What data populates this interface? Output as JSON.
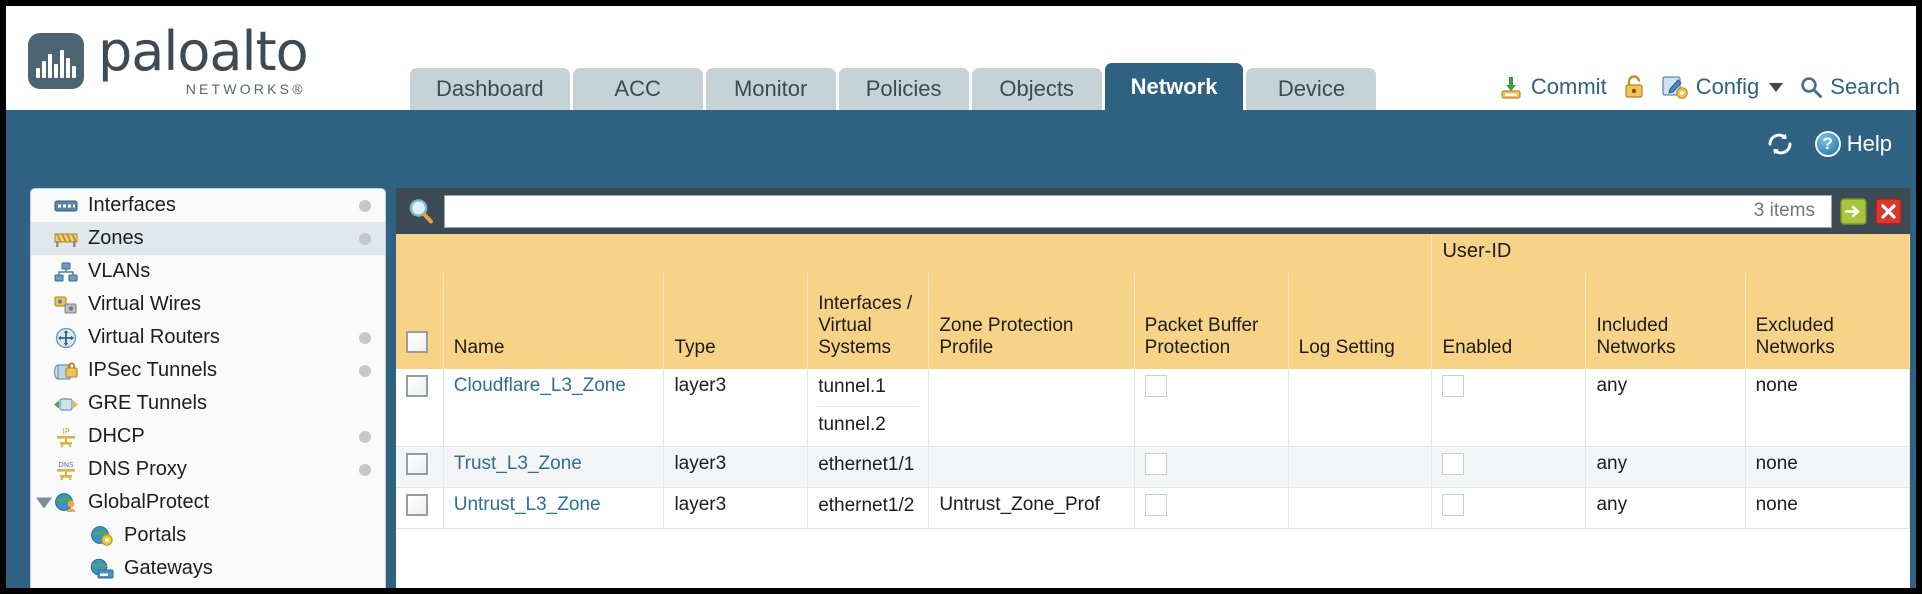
{
  "brand": {
    "name": "paloalto",
    "tagline": "NETWORKS",
    "registered": "®"
  },
  "tabs": [
    {
      "label": "Dashboard",
      "active": false
    },
    {
      "label": "ACC",
      "active": false
    },
    {
      "label": "Monitor",
      "active": false
    },
    {
      "label": "Policies",
      "active": false
    },
    {
      "label": "Objects",
      "active": false
    },
    {
      "label": "Network",
      "active": true
    },
    {
      "label": "Device",
      "active": false
    }
  ],
  "header_actions": {
    "commit": "Commit",
    "config": "Config",
    "search": "Search"
  },
  "blueband": {
    "help": "Help"
  },
  "sidebar": {
    "items": [
      {
        "label": "Interfaces",
        "icon": "interfaces-icon",
        "selected": false,
        "dot": true,
        "child": false,
        "expander": false
      },
      {
        "label": "Zones",
        "icon": "zones-icon",
        "selected": true,
        "dot": true,
        "child": false,
        "expander": false
      },
      {
        "label": "VLANs",
        "icon": "vlans-icon",
        "selected": false,
        "dot": false,
        "child": false,
        "expander": false
      },
      {
        "label": "Virtual Wires",
        "icon": "virtual-wires-icon",
        "selected": false,
        "dot": false,
        "child": false,
        "expander": false
      },
      {
        "label": "Virtual Routers",
        "icon": "virtual-routers-icon",
        "selected": false,
        "dot": true,
        "child": false,
        "expander": false
      },
      {
        "label": "IPSec Tunnels",
        "icon": "ipsec-tunnels-icon",
        "selected": false,
        "dot": true,
        "child": false,
        "expander": false
      },
      {
        "label": "GRE Tunnels",
        "icon": "gre-tunnels-icon",
        "selected": false,
        "dot": false,
        "child": false,
        "expander": false
      },
      {
        "label": "DHCP",
        "icon": "dhcp-icon",
        "selected": false,
        "dot": true,
        "child": false,
        "expander": false
      },
      {
        "label": "DNS Proxy",
        "icon": "dns-proxy-icon",
        "selected": false,
        "dot": true,
        "child": false,
        "expander": false
      },
      {
        "label": "GlobalProtect",
        "icon": "globalprotect-icon",
        "selected": false,
        "dot": false,
        "child": false,
        "expander": true
      },
      {
        "label": "Portals",
        "icon": "portals-icon",
        "selected": false,
        "dot": false,
        "child": true,
        "expander": false
      },
      {
        "label": "Gateways",
        "icon": "gateways-icon",
        "selected": false,
        "dot": false,
        "child": true,
        "expander": false
      }
    ]
  },
  "search": {
    "value": "",
    "placeholder": "",
    "items_count": "3 items"
  },
  "table": {
    "group_header": "User-ID",
    "columns": [
      "Name",
      "Type",
      "Interfaces / Virtual Systems",
      "Zone Protection Profile",
      "Packet Buffer Protection",
      "Log Setting",
      "Enabled",
      "Included Networks",
      "Excluded Networks"
    ],
    "rows": [
      {
        "name": "Cloudflare_L3_Zone",
        "type": "layer3",
        "interfaces": [
          "tunnel.1",
          "tunnel.2"
        ],
        "zone_protection_profile": "",
        "packet_buffer_protection": false,
        "log_setting": "",
        "userid_enabled": false,
        "included_networks": "any",
        "excluded_networks": "none"
      },
      {
        "name": "Trust_L3_Zone",
        "type": "layer3",
        "interfaces": [
          "ethernet1/1"
        ],
        "zone_protection_profile": "",
        "packet_buffer_protection": false,
        "log_setting": "",
        "userid_enabled": false,
        "included_networks": "any",
        "excluded_networks": "none"
      },
      {
        "name": "Untrust_L3_Zone",
        "type": "layer3",
        "interfaces": [
          "ethernet1/2"
        ],
        "zone_protection_profile": "Untrust_Zone_Prof",
        "packet_buffer_protection": false,
        "log_setting": "",
        "userid_enabled": false,
        "included_networks": "any",
        "excluded_networks": "none"
      }
    ]
  },
  "colors": {
    "brand_blue": "#2f6282",
    "table_header_gold": "#f6d387",
    "group_header_gold": "#e0b44f",
    "link_blue": "#2f6f93",
    "panel_slate": "#3c4a54"
  }
}
